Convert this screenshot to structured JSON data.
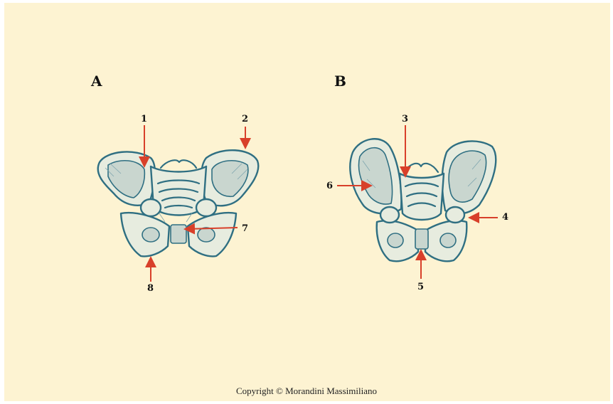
{
  "figure": {
    "panels": [
      {
        "id": "A",
        "label": "A"
      },
      {
        "id": "B",
        "label": "B"
      }
    ],
    "markers": [
      {
        "id": "1",
        "label": "1"
      },
      {
        "id": "2",
        "label": "2"
      },
      {
        "id": "3",
        "label": "3"
      },
      {
        "id": "4",
        "label": "4"
      },
      {
        "id": "5",
        "label": "5"
      },
      {
        "id": "6",
        "label": "6"
      },
      {
        "id": "7",
        "label": "7"
      },
      {
        "id": "8",
        "label": "8"
      }
    ],
    "copyright": "Copyright © Morandini Massimiliano"
  },
  "colors": {
    "background": "#fdf3d2",
    "bone_outline": "#2f6f82",
    "arrow": "#d8402a"
  }
}
